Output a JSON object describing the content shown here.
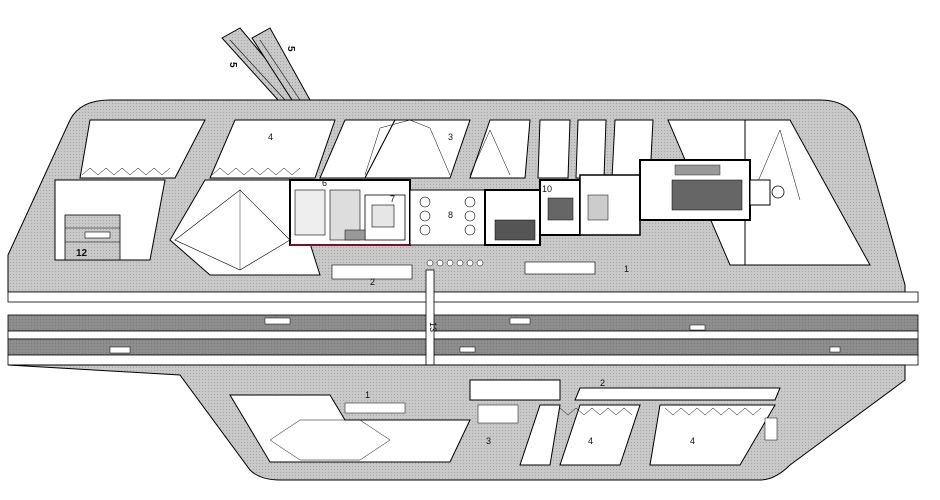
{
  "labels": {
    "ramp_top_left": "5",
    "ramp_top_right": "5",
    "parking_north_a": "4",
    "parking_north_b": "3",
    "building_6": "6",
    "building_7": "7",
    "building_8": "8",
    "building_10": "10",
    "parking_12": "12",
    "bus_bays_north": "2",
    "parking_north_east": "1",
    "footbridge": "13",
    "parking_south_west": "1",
    "bus_bays_south": "2",
    "parking_south_mid": "3",
    "parking_south_a": "4",
    "parking_south_b": "4"
  },
  "colors": {
    "pavement": "#c8c8c8",
    "road": "#8c8c8c",
    "road_dark": "#6e6e6e",
    "outline": "#000000",
    "green_area": "#ffffff",
    "building_line": "#000000",
    "accent_line": "#7a1030"
  }
}
